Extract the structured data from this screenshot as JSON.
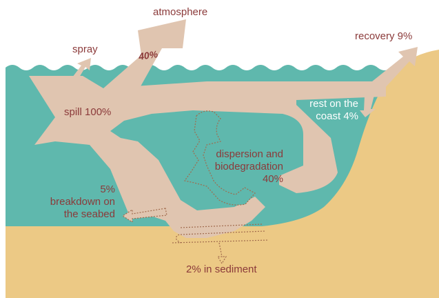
{
  "colors": {
    "sea": "#5fb8ad",
    "sand": "#ecc985",
    "flow": "#e0c5b0",
    "dash": "#a06a4c",
    "label": "#8b3a3a",
    "label_on_water": "#ffffff"
  },
  "labels": {
    "atmosphere": "atmosphere",
    "atmosphere_pct": "40%",
    "spray": "spray",
    "spill": "spill 100%",
    "recovery": "recovery 9%",
    "coast_line1": "rest on the",
    "coast_line2": "coast 4%",
    "dispersion_line1": "dispersion and",
    "dispersion_line2": "biodegradation",
    "dispersion_line3": "40%",
    "seabed_line1": "5%",
    "seabed_line2": "breakdown on",
    "seabed_line3": "the seabed",
    "sediment": "2% in sediment"
  }
}
